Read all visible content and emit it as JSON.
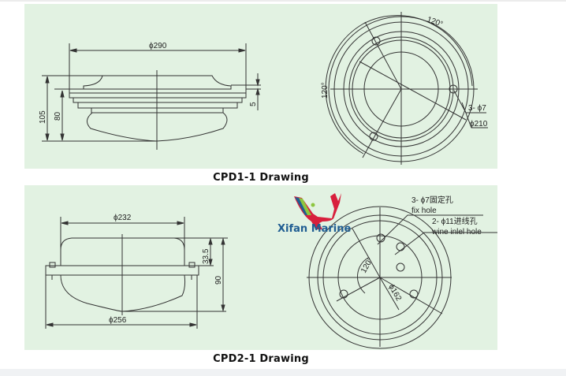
{
  "drawings": [
    {
      "caption": "CPD1-1 Drawing",
      "side_view": {
        "width_label": "ϕ290",
        "height_total_label": "105",
        "height_body_label": "80",
        "flange_label": "5"
      },
      "top_view": {
        "angle_top_label": "120°",
        "angle_left_label": "120°",
        "holes_label": "3- ϕ7",
        "diameter_label": "ϕ210"
      }
    },
    {
      "caption": "CPD2-1 Drawing",
      "side_view": {
        "top_width_label": "ϕ232",
        "bottom_width_label": "ϕ256",
        "upper_height_label": "33.5",
        "total_height_label": "90"
      },
      "top_view": {
        "fix_hole_label_cn": "3- ϕ7固定孔",
        "fix_hole_label_en": "fix hole",
        "inlet_hole_label_cn": "2- ϕ11进线孔",
        "inlet_hole_label_en": "wine inlel hole",
        "angle_label": "120°",
        "diameter_label": "ϕ162"
      }
    }
  ],
  "watermark": {
    "brand": "Xifan Marine",
    "icon": "whale-logo-icon",
    "colors": {
      "body": "#d81f3c",
      "stripe_green": "#8dc63f",
      "stripe_blue": "#1f5d92",
      "text": "#1f5d92"
    }
  },
  "colors": {
    "panel_bg": "#e2f2e2",
    "line": "#333333"
  }
}
